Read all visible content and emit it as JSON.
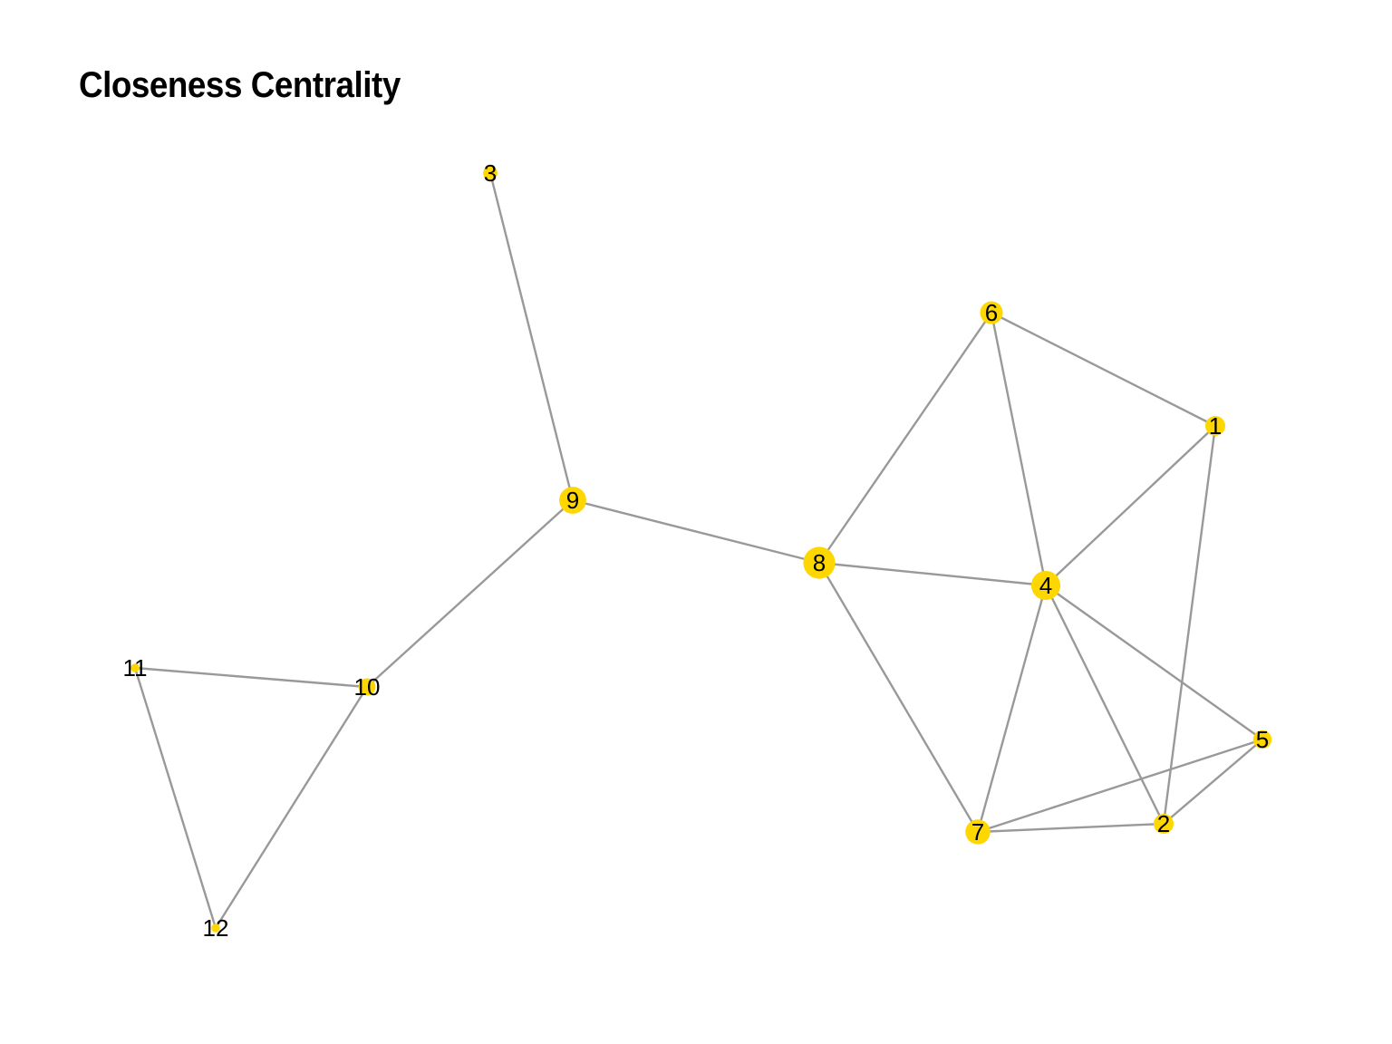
{
  "title": "Closeness Centrality",
  "colors": {
    "node": "#FFD700",
    "edge": "#999999",
    "label": "#000000"
  },
  "graph": {
    "nodes": [
      {
        "id": "1",
        "label": "1",
        "closeness": 0.48
      },
      {
        "id": "2",
        "label": "2",
        "closeness": 0.48
      },
      {
        "id": "3",
        "label": "3",
        "closeness": 0.4
      },
      {
        "id": "4",
        "label": "4",
        "closeness": 0.61
      },
      {
        "id": "5",
        "label": "5",
        "closeness": 0.46
      },
      {
        "id": "6",
        "label": "6",
        "closeness": 0.52
      },
      {
        "id": "7",
        "label": "7",
        "closeness": 0.55
      },
      {
        "id": "8",
        "label": "8",
        "closeness": 0.65
      },
      {
        "id": "9",
        "label": "9",
        "closeness": 0.58
      },
      {
        "id": "10",
        "label": "10",
        "closeness": 0.44
      },
      {
        "id": "11",
        "label": "11",
        "closeness": 0.32
      },
      {
        "id": "12",
        "label": "12",
        "closeness": 0.32
      }
    ],
    "edges": [
      [
        "3",
        "9"
      ],
      [
        "9",
        "8"
      ],
      [
        "9",
        "10"
      ],
      [
        "10",
        "11"
      ],
      [
        "10",
        "12"
      ],
      [
        "11",
        "12"
      ],
      [
        "8",
        "6"
      ],
      [
        "8",
        "4"
      ],
      [
        "8",
        "7"
      ],
      [
        "6",
        "1"
      ],
      [
        "6",
        "4"
      ],
      [
        "1",
        "4"
      ],
      [
        "1",
        "2"
      ],
      [
        "4",
        "5"
      ],
      [
        "4",
        "7"
      ],
      [
        "4",
        "2"
      ],
      [
        "7",
        "5"
      ],
      [
        "7",
        "2"
      ],
      [
        "2",
        "5"
      ]
    ]
  }
}
